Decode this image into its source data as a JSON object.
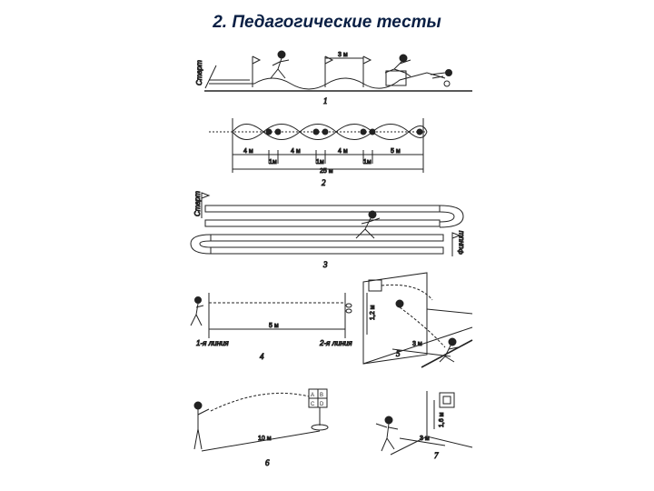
{
  "title": "2. Педагогические тесты",
  "figures": {
    "f1": {
      "number": "1",
      "start": "Старт",
      "dist": "3 м"
    },
    "f2": {
      "number": "2",
      "d1": "4 м",
      "d2": "4 м",
      "d3": "4 м",
      "d4": "5 м",
      "s1": "1м",
      "s2": "1м",
      "s3": "1м",
      "total": "25 м"
    },
    "f3": {
      "number": "3",
      "start": "Старт",
      "finish": "Финиш"
    },
    "f4": {
      "number": "4",
      "dist": "5 м",
      "line1": "1-я линия",
      "line2": "2-я линия"
    },
    "f5": {
      "number": "5",
      "height": "1,2 м",
      "dist": "3 м"
    },
    "f6": {
      "number": "6",
      "dist": "10 м",
      "grid": [
        "A",
        "B",
        "C",
        "D"
      ]
    },
    "f7": {
      "number": "7",
      "height": "1,6 м",
      "dist": "3 м"
    }
  },
  "colors": {
    "title": "#0a1f44",
    "ink": "#222222"
  }
}
